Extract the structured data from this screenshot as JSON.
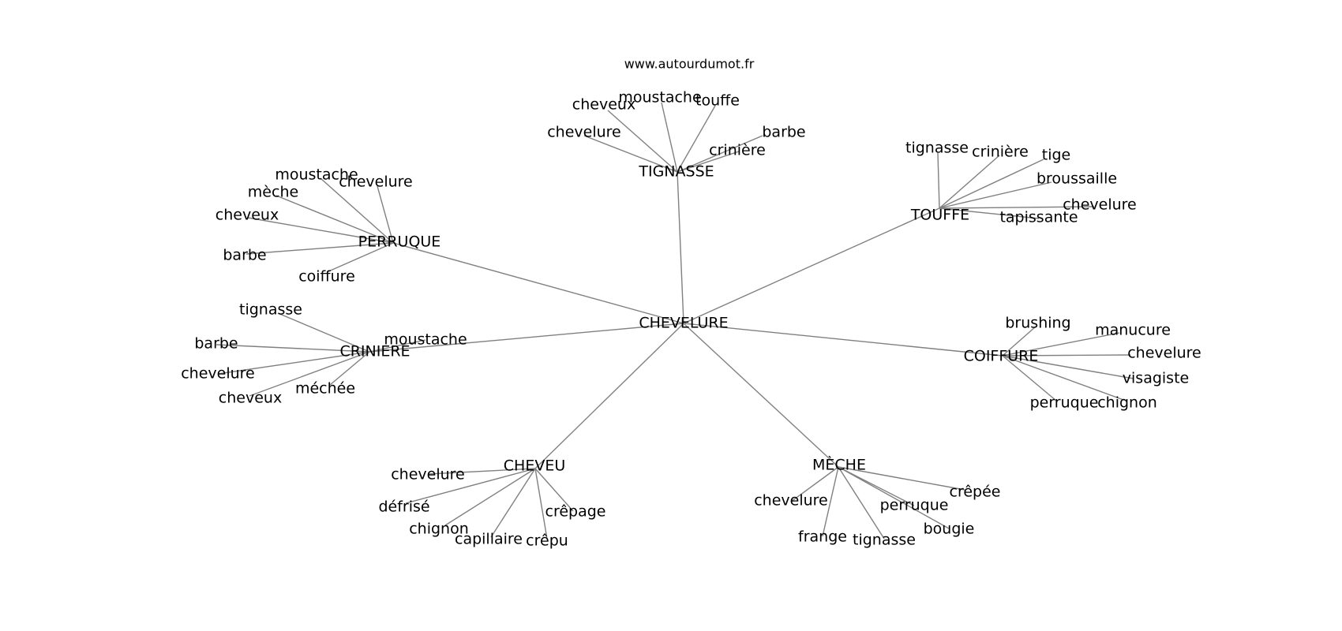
{
  "website": "www.autourdumot.fr",
  "center": "CHEVELURE",
  "groups": [
    {
      "hub": "TIGNASSE",
      "words": [
        "cheveux",
        "moustache",
        "touffe",
        "barbe",
        "chevelure",
        "crinière"
      ]
    },
    {
      "hub": "TOUFFE",
      "words": [
        "tignasse",
        "crinière",
        "tige",
        "broussaille",
        "chevelure",
        "tapissante"
      ]
    },
    {
      "hub": "PERRUQUE",
      "words": [
        "moustache",
        "chevelure",
        "mèche",
        "cheveux",
        "barbe",
        "coiffure"
      ]
    },
    {
      "hub": "CRINIERE",
      "words": [
        "tignasse",
        "moustache",
        "barbe",
        "chevelure",
        "méchée",
        "cheveux"
      ]
    },
    {
      "hub": "COIFFURE",
      "words": [
        "brushing",
        "manucure",
        "chevelure",
        "visagiste",
        "perruque",
        "chignon"
      ]
    },
    {
      "hub": "CHEVEU",
      "words": [
        "chevelure",
        "défrisé",
        "crêpage",
        "chignon",
        "capillaire",
        "crêpu"
      ]
    },
    {
      "hub": "MÈCHE",
      "words": [
        "crêpée",
        "chevelure",
        "perruque",
        "bougie",
        "frange",
        "tignasse"
      ]
    }
  ]
}
